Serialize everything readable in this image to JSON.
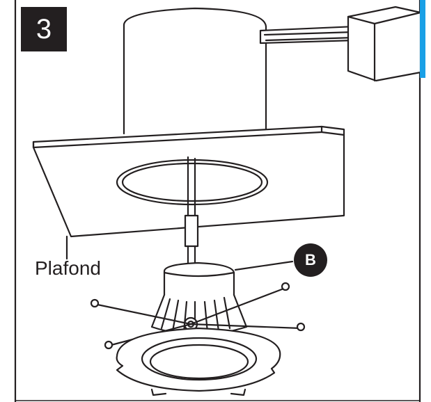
{
  "step": {
    "number": "3"
  },
  "labels": {
    "ceiling": "Plafond",
    "callout": "B"
  },
  "colors": {
    "ink": "#231f20",
    "accent_edge": "#1aa0e6",
    "background": "#ffffff"
  }
}
